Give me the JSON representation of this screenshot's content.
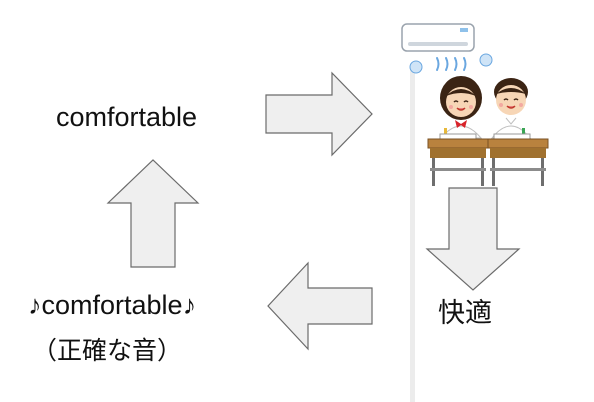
{
  "labels": {
    "top_left": "comfortable",
    "bottom_left": "♪comfortable♪",
    "bottom_left_sub": "（正確な音）",
    "right": "快適"
  },
  "colors": {
    "arrow_fill": "#efefef",
    "arrow_stroke": "#6b6b6b",
    "text": "#111111",
    "desk": "#b9823e",
    "desk_dark": "#7a5224",
    "shirt": "#ffffff",
    "hair": "#3b2414",
    "skin": "#f7d6b6",
    "ribbon": "#d8232a",
    "pole": "#e6e6e6",
    "airflow": "#6aa7e0"
  },
  "icons": {
    "aircon": "air-conditioner-icon",
    "girl": "student-girl-icon",
    "boy": "student-boy-icon",
    "desk": "school-desk-icon"
  }
}
